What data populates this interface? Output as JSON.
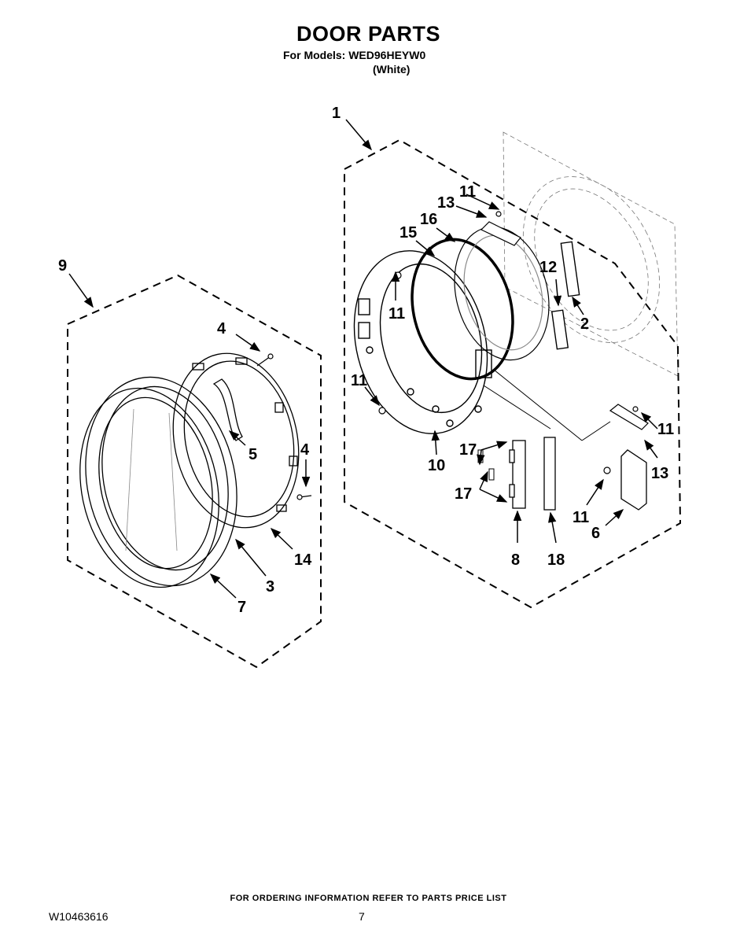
{
  "header": {
    "title": "DOOR PARTS",
    "models_line": "For Models: WED96HEYW0",
    "variant": "(White)"
  },
  "diagram": {
    "callouts": [
      "1",
      "2",
      "3",
      "4",
      "4",
      "5",
      "6",
      "7",
      "8",
      "9",
      "10",
      "11",
      "11",
      "11",
      "11",
      "11",
      "12",
      "13",
      "13",
      "14",
      "15",
      "16",
      "17",
      "17",
      "18"
    ]
  },
  "footer": {
    "ordering_info": "FOR ORDERING INFORMATION REFER TO PARTS PRICE LIST",
    "document_number": "W10463616",
    "page_number": "7"
  }
}
